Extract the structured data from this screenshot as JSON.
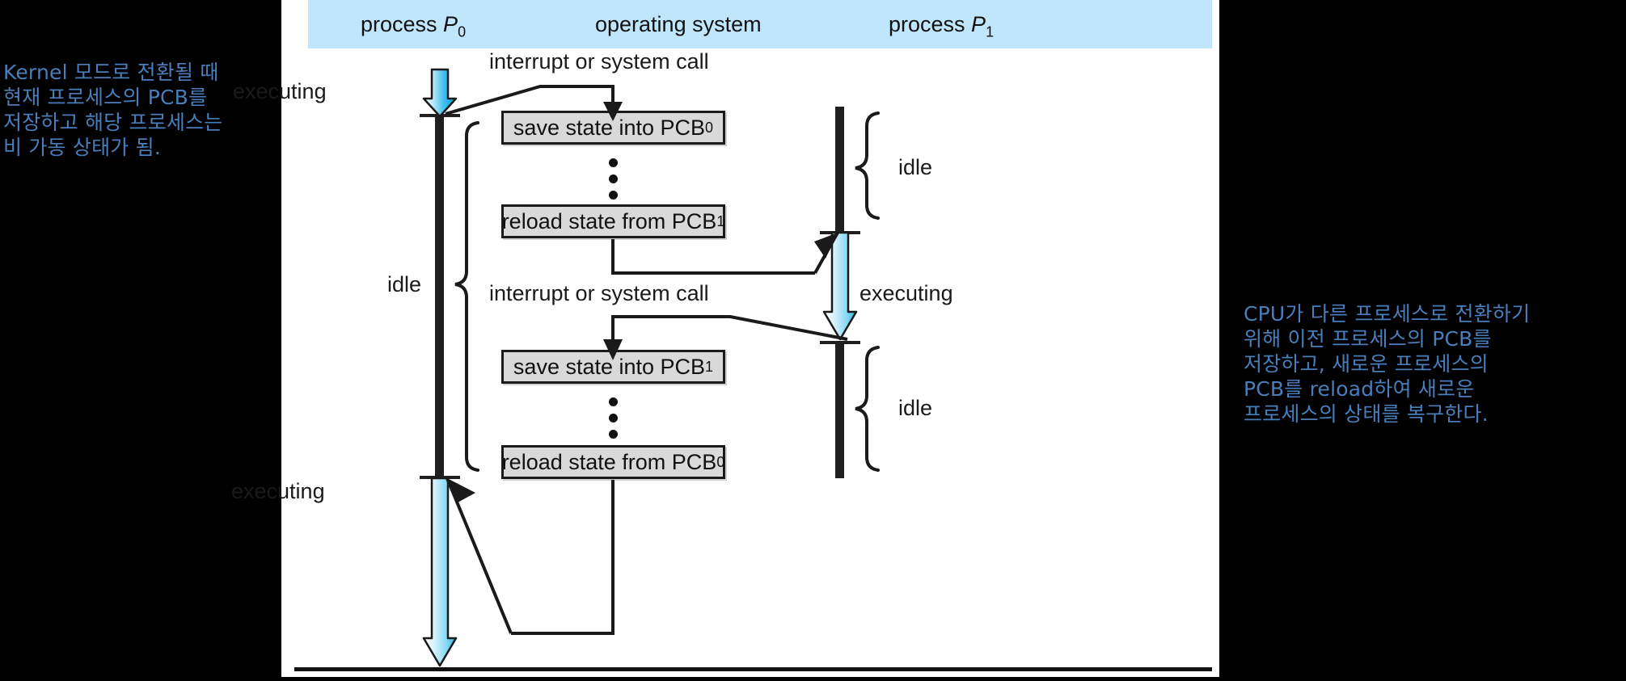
{
  "annotations": {
    "left": "Kernel 모드로 전환될 때\n현재 프로세스의 PCB를\n저장하고 해당 프로세스는\n비 가동 상태가 됨.",
    "right": "CPU가 다른 프로세스로 전환하기\n위해 이전 프로세스의 PCB를\n저장하고, 새로운 프로세스의\nPCB를 reload하여 새로운\n프로세스의 상태를 복구한다.",
    "color": "#4a7ebb"
  },
  "figure": {
    "header": {
      "background": "#bfe6fa",
      "columns": [
        {
          "prefix": "process ",
          "symbol": "P",
          "subscript": "0"
        },
        {
          "prefix": "operating system",
          "symbol": "",
          "subscript": ""
        },
        {
          "prefix": "process ",
          "symbol": "P",
          "subscript": "1"
        }
      ]
    },
    "events": {
      "interrupt_top": "interrupt or system call",
      "interrupt_bottom": "interrupt or system call"
    },
    "boxes": [
      {
        "text": "save state into PCB",
        "subscript": "0"
      },
      {
        "text": "reload state from PCB",
        "subscript": "1"
      },
      {
        "text": "save state into PCB",
        "subscript": "1"
      },
      {
        "text": "reload state from PCB",
        "subscript": "0"
      }
    ],
    "state_labels": {
      "p0_executing_top": "executing",
      "p0_idle": "idle",
      "p0_executing_bottom": "executing",
      "p1_idle_top": "idle",
      "p1_executing": "executing",
      "p1_idle_bottom": "idle"
    },
    "colors": {
      "box_fill": "#d9d9d9",
      "box_stroke": "#1a1a1a",
      "timeline_black": "#1f1f1f",
      "arrow_cyan": "#29b6e8",
      "panel_background": "#ffffff",
      "page_background": "#000000"
    }
  }
}
